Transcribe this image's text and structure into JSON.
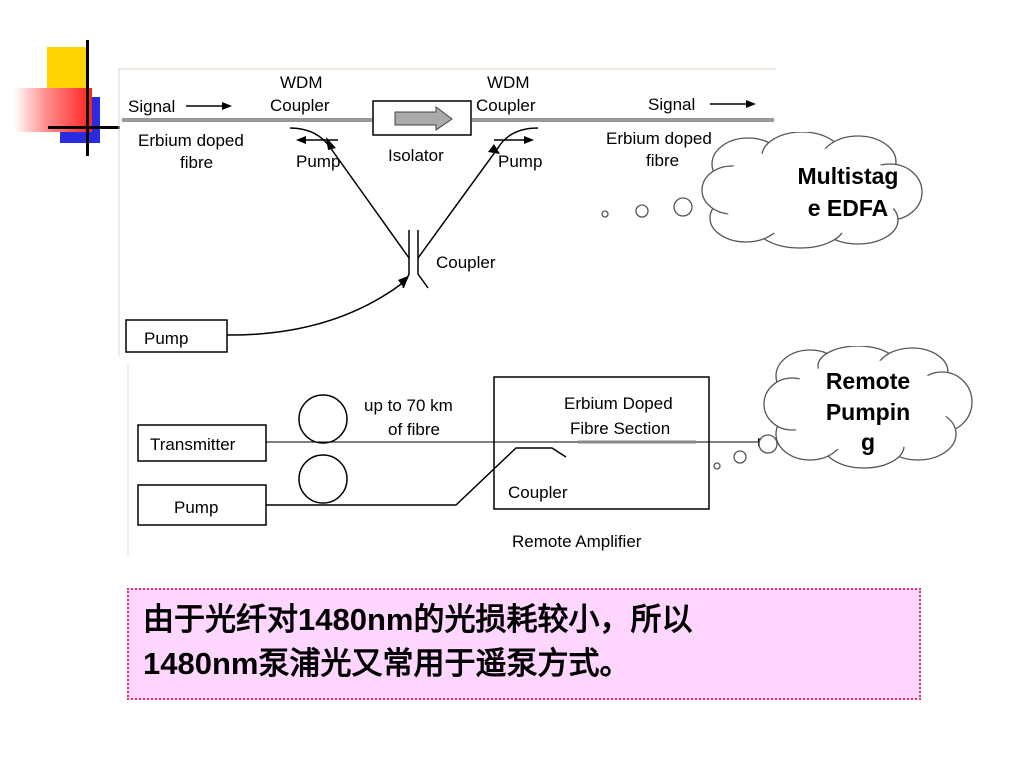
{
  "logo": {
    "colors": {
      "yellow": "#ffd400",
      "red": "#ff3030",
      "blue": "#2a2ae0",
      "line": "#000000"
    }
  },
  "diagram1": {
    "signal_left": "Signal",
    "wdm_left_1": "WDM",
    "wdm_left_2": "Coupler",
    "wdm_right_1": "WDM",
    "wdm_right_2": "Coupler",
    "signal_right": "Signal",
    "fibre_left_1": "Erbium doped",
    "fibre_left_2": "fibre",
    "pump_left": "Pump",
    "isolator": "Isolator",
    "pump_right": "Pump",
    "fibre_right_1": "Erbium doped",
    "fibre_right_2": "fibre",
    "coupler": "Coupler",
    "pump_box": "Pump"
  },
  "diagram2": {
    "transmitter": "Transmitter",
    "pump": "Pump",
    "fibre_1": "up to 70 km",
    "fibre_2": "of fibre",
    "erbium_1": "Erbium Doped",
    "erbium_2": "Fibre Section",
    "coupler": "Coupler",
    "remote_amplifier": "Remote Amplifier"
  },
  "cloud_multistage": {
    "line1": "Multistag",
    "line2": "e EDFA"
  },
  "cloud_remote": {
    "line1": "Remote",
    "line2": "Pumpin",
    "line3": "g"
  },
  "caption": {
    "l1a": "由于光纤对",
    "l1b": "1480nm",
    "l1c": "的光损耗较小，所以",
    "l2a": "1480nm",
    "l2b": "泵浦光又常用于遥泵方式。"
  }
}
